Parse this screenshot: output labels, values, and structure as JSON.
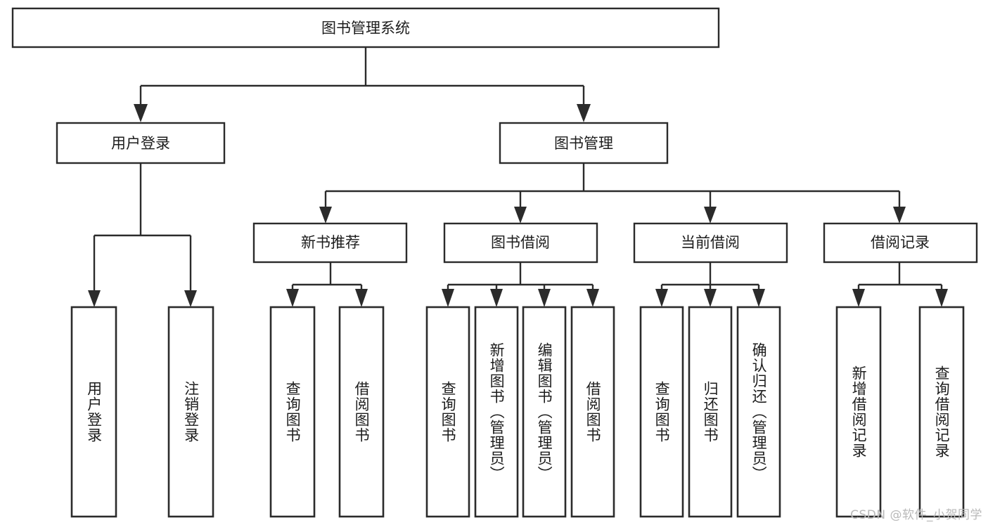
{
  "diagram": {
    "title": "图书管理系统",
    "watermark": "CSDN @软件_小贺同学",
    "colors": {
      "stroke": "#2b2b2b",
      "fill": "#ffffff",
      "text": "#1c1c1c",
      "watermark": "#b9b9b9"
    },
    "root": {
      "label": "图书管理系统"
    },
    "level2": [
      {
        "label": "用户登录"
      },
      {
        "label": "图书管理"
      }
    ],
    "level3": [
      {
        "label": "新书推荐"
      },
      {
        "label": "图书借阅"
      },
      {
        "label": "当前借阅"
      },
      {
        "label": "借阅记录"
      }
    ],
    "leaves": {
      "user_login": [
        {
          "label": "用户登录"
        },
        {
          "label": "注销登录"
        }
      ],
      "new_book": [
        {
          "label": "查询图书"
        },
        {
          "label": "借阅图书"
        }
      ],
      "book_borrow": [
        {
          "label": "查询图书"
        },
        {
          "label": "新增图书（管理员）"
        },
        {
          "label": "编辑图书（管理员）"
        },
        {
          "label": "借阅图书"
        }
      ],
      "current_borrow": [
        {
          "label": "查询图书"
        },
        {
          "label": "归还图书"
        },
        {
          "label": "确认归还（管理员）"
        }
      ],
      "borrow_record": [
        {
          "label": "新增借阅记录"
        },
        {
          "label": "查询借阅记录"
        }
      ]
    }
  }
}
